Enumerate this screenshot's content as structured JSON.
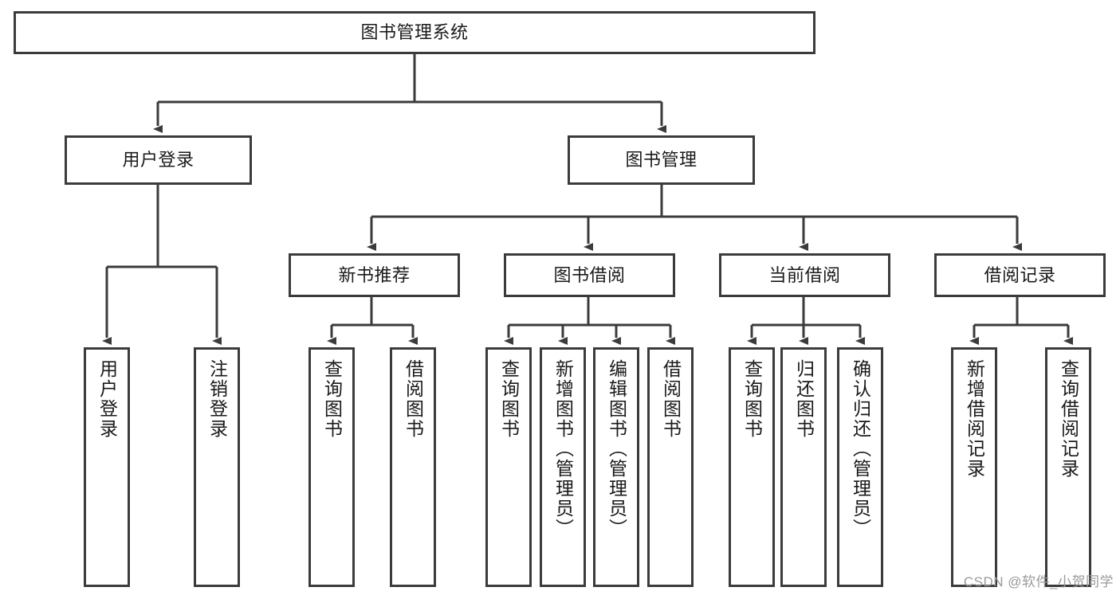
{
  "diagram": {
    "type": "hierarchy-tree",
    "title": "图书管理系统",
    "colors": {
      "box_border": "#3b3b3b",
      "box_fill": "#ffffff",
      "connector": "#3b3b3b",
      "text": "#1a1a1a",
      "watermark": "#9a9a9a"
    },
    "levels": {
      "root": {
        "label": "图书管理系统"
      },
      "level2": [
        {
          "id": "user-login",
          "label": "用户登录"
        },
        {
          "id": "book-manage",
          "label": "图书管理"
        }
      ],
      "level3": [
        {
          "id": "new-book-recommend",
          "label": "新书推荐",
          "parent": "book-manage"
        },
        {
          "id": "book-borrow",
          "label": "图书借阅",
          "parent": "book-manage"
        },
        {
          "id": "current-borrow",
          "label": "当前借阅",
          "parent": "book-manage"
        },
        {
          "id": "borrow-record",
          "label": "借阅记录",
          "parent": "book-manage"
        }
      ],
      "leaves": [
        {
          "id": "leaf-user-login",
          "label": "用户登录",
          "parent": "user-login"
        },
        {
          "id": "leaf-logout-login",
          "label": "注销登录",
          "parent": "user-login"
        },
        {
          "id": "leaf-query-book-1",
          "label": "查询图书",
          "parent": "new-book-recommend"
        },
        {
          "id": "leaf-borrow-book-1",
          "label": "借阅图书",
          "parent": "new-book-recommend"
        },
        {
          "id": "leaf-query-book-2",
          "label": "查询图书",
          "parent": "book-borrow"
        },
        {
          "id": "leaf-add-book",
          "label": "新增图书（管理员）",
          "parent": "book-borrow"
        },
        {
          "id": "leaf-edit-book",
          "label": "编辑图书（管理员）",
          "parent": "book-borrow"
        },
        {
          "id": "leaf-borrow-book-2",
          "label": "借阅图书",
          "parent": "book-borrow"
        },
        {
          "id": "leaf-query-book-3",
          "label": "查询图书",
          "parent": "current-borrow"
        },
        {
          "id": "leaf-return-book",
          "label": "归还图书",
          "parent": "current-borrow"
        },
        {
          "id": "leaf-confirm-return",
          "label": "确认归还（管理员）",
          "parent": "current-borrow"
        },
        {
          "id": "leaf-add-record",
          "label": "新增借阅记录",
          "parent": "borrow-record"
        },
        {
          "id": "leaf-query-record",
          "label": "查询借阅记录",
          "parent": "borrow-record"
        }
      ]
    },
    "watermark": "CSDN @软件_小贺同学"
  }
}
